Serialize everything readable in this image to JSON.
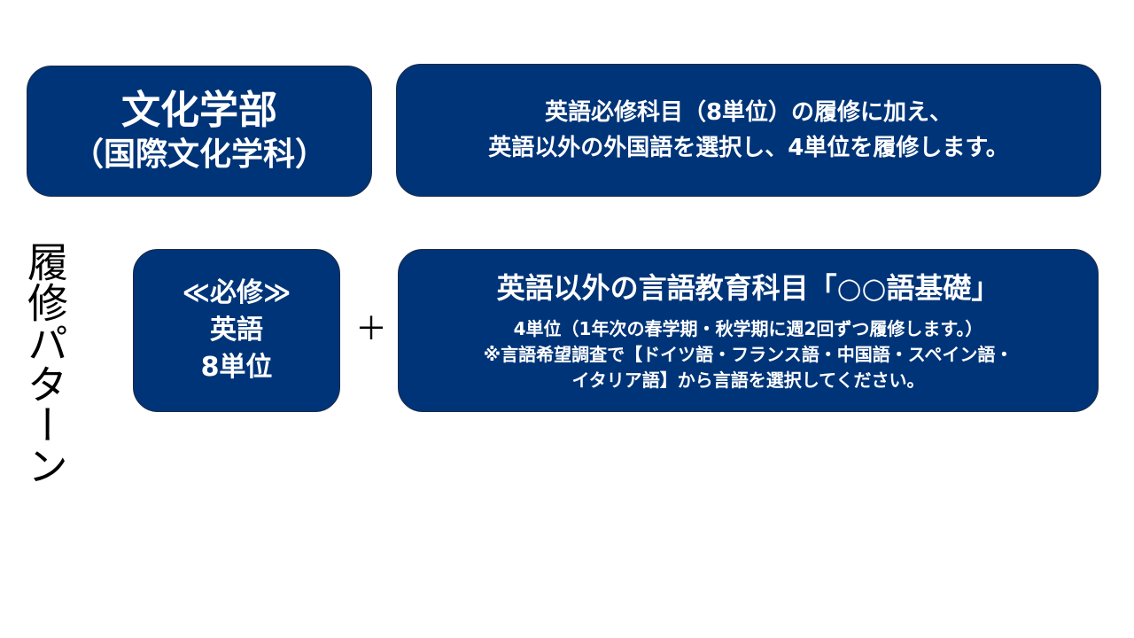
{
  "colors": {
    "box_background": "#003478",
    "box_border": "#1f2a44",
    "box_text": "#ffffff"
  },
  "faculty": {
    "name": "文化学部",
    "department": "（国際文化学科）"
  },
  "summary": {
    "line1": "英語必修科目（8単位）の履修に加え、",
    "line2": "英語以外の外国語を選択し、4単位を履修します。"
  },
  "pattern_label": "履修パターン",
  "required": {
    "heading": "≪必修≫",
    "subject": "英語",
    "credits": "8単位"
  },
  "plus": "＋",
  "elective": {
    "title": "英語以外の言語教育科目「○○語基礎」",
    "line1": "4単位（1年次の春学期・秋学期に週2回ずつ履修します。）",
    "line2": "※言語希望調査で【ドイツ語・フランス語・中国語・スペイン語・",
    "line3": "イタリア語】から言語を選択してください。"
  }
}
